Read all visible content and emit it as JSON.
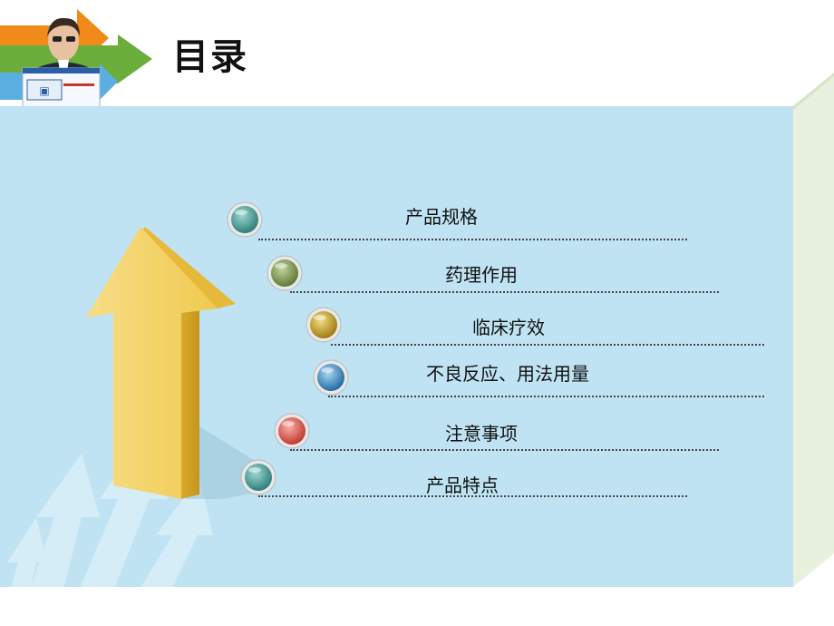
{
  "title": "目录",
  "menu": [
    {
      "label": "产品规格",
      "ball": "teal"
    },
    {
      "label": "药理作用",
      "ball": "olive"
    },
    {
      "label": "临床疗效",
      "ball": "gold"
    },
    {
      "label": "不良反应、用法用量",
      "ball": "blue"
    },
    {
      "label": "注意事项",
      "ball": "red"
    },
    {
      "label": "产品特点",
      "ball": "teal"
    }
  ],
  "colors": {
    "teal": "#3f9a94",
    "olive": "#7f9a52",
    "gold": "#c9a020",
    "blue": "#3b8fc7",
    "red": "#d9534a",
    "panel": "#bfe3f2",
    "arrow": "#f4d36b"
  }
}
